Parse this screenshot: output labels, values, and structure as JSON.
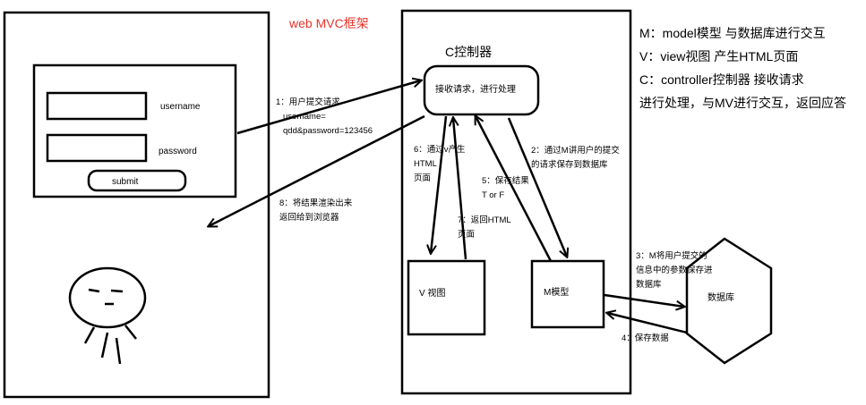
{
  "title": "web MVC框架",
  "colors": {
    "title": "#e8332a",
    "stroke": "#000000",
    "background": "#ffffff"
  },
  "browser": {
    "username_label": "username",
    "password_label": "password",
    "submit_label": "submit"
  },
  "controller": {
    "title": "C控制器",
    "action": "接收请求，进行处理"
  },
  "view": {
    "label": "V 视图"
  },
  "model": {
    "label": "M模型"
  },
  "database": {
    "label": "数据库"
  },
  "legend": [
    "M：model模型 与数据库进行交互",
    "V：view视图 产生HTML页面",
    "C：controller控制器 接收请求",
    "进行处理，与MV进行交互，返回应答"
  ],
  "steps": {
    "s1": [
      "1：用户提交请求",
      "username=",
      "qdd&password=123456"
    ],
    "s2": [
      "2：通过M讲用户的提交",
      "的请求保存到数据库"
    ],
    "s3": [
      "3：M将用户提交的",
      "信息中的参数保存进",
      "数据库"
    ],
    "s4": [
      "4：保存数据"
    ],
    "s5": [
      "5：保存结果",
      "T or F"
    ],
    "s6": [
      "6：通过v产生",
      "HTML",
      "页面"
    ],
    "s7": [
      "7：返回HTML",
      "页面"
    ],
    "s8": [
      "8：将结果渲染出来",
      "返回给到浏览器"
    ]
  }
}
